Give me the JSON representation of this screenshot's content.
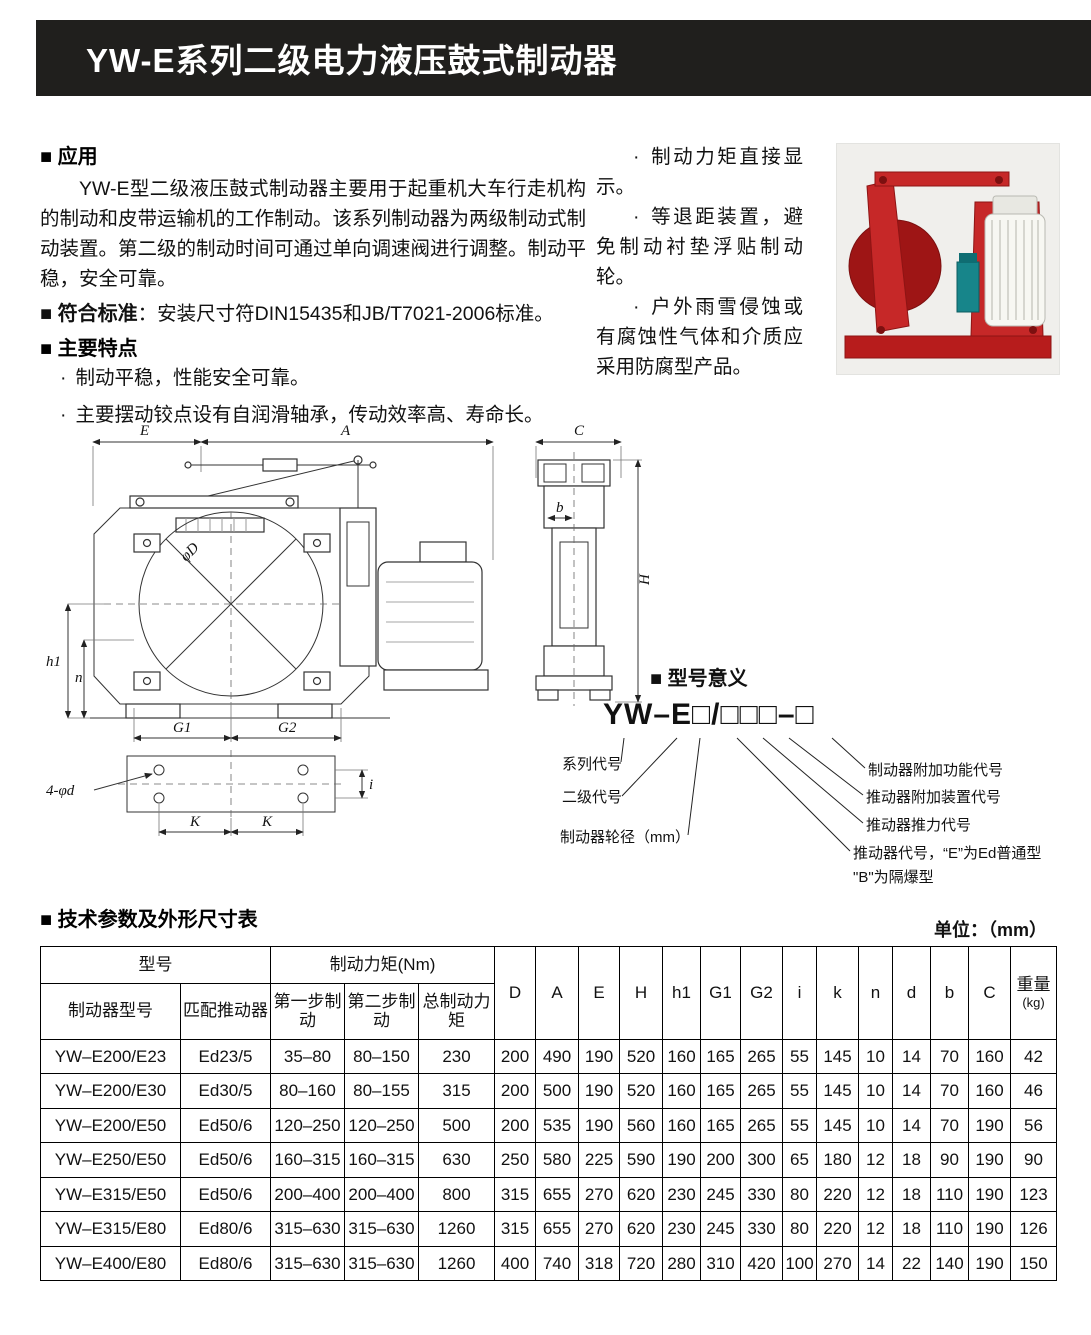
{
  "colors": {
    "header_bar": "#201f1d",
    "brake_red": "#c62828",
    "brake_dark_red": "#9e1515",
    "thruster_teal": "#17858a"
  },
  "ui": {
    "bullet": "·"
  },
  "header": {
    "title": "YW-E系列二级电力液压鼓式制动器"
  },
  "application": {
    "heading": "■ 应用",
    "body": "YW-E型二级液压鼓式制动器主要用于起重机大车行走机构的制动和皮带运输机的工作制动。该系列制动器为两级制动式制动装置。第二级的制动时间可通过单向调速阀进行调整。制动平稳，安全可靠。"
  },
  "standard": {
    "heading": "■ 符合标准",
    "body": "：安装尺寸符DIN15435和JB/T7021-2006标准。"
  },
  "features": {
    "heading": "■ 主要特点",
    "items": [
      "制动平稳，性能安全可靠。",
      "主要摆动铰点设有自润滑轴承，传动效率高、寿命长。"
    ]
  },
  "highlights": [
    "制动力矩直接显示。",
    "等退距装置，避免制动衬垫浮贴制动轮。",
    "户外雨雪侵蚀或有腐蚀性气体和介质应采用防腐型产品。"
  ],
  "model_meaning": {
    "heading": "■ 型号意义",
    "code": "YW–E□/□□□–□",
    "left_labels": [
      "系列代号",
      "二级代号",
      "制动器轮径（mm）"
    ],
    "right_labels": [
      "制动器附加功能代号",
      "推动器附加装置代号",
      "推动器推力代号",
      "推动器代号，“E”为Ed普通型",
      "\"B\"为隔爆型"
    ]
  },
  "drawing_labels": {
    "E": "E",
    "A": "A",
    "C": "C",
    "H": "H",
    "h1": "h1",
    "n": "n",
    "phiD": "φD",
    "b": "b",
    "G1": "G1",
    "G2": "G2",
    "holes": "4-φd",
    "K1": "K",
    "K2": "K",
    "i": "i"
  },
  "spec_section": {
    "heading": "■ 技术参数及外形尺寸表",
    "unit_note": "单位：（mm）"
  },
  "table": {
    "group_headers": {
      "model": "型号",
      "torque": "制动力矩(Nm)"
    },
    "sub_headers": [
      "制动器型号",
      "匹配推动器",
      "第一步制动",
      "第二步制动",
      "总制动力矩"
    ],
    "dim_headers": [
      "D",
      "A",
      "E",
      "H",
      "h1",
      "G1",
      "G2",
      "i",
      "k",
      "n",
      "d",
      "b",
      "C"
    ],
    "weight_header": {
      "line1": "重量",
      "line2": "(kg)"
    },
    "rows": [
      [
        "YW–E200/E23",
        "Ed23/5",
        "35–80",
        "80–150",
        "230",
        "200",
        "490",
        "190",
        "520",
        "160",
        "165",
        "265",
        "55",
        "145",
        "10",
        "14",
        "70",
        "160",
        "42"
      ],
      [
        "YW–E200/E30",
        "Ed30/5",
        "80–160",
        "80–155",
        "315",
        "200",
        "500",
        "190",
        "520",
        "160",
        "165",
        "265",
        "55",
        "145",
        "10",
        "14",
        "70",
        "160",
        "46"
      ],
      [
        "YW–E200/E50",
        "Ed50/6",
        "120–250",
        "120–250",
        "500",
        "200",
        "535",
        "190",
        "560",
        "160",
        "165",
        "265",
        "55",
        "145",
        "10",
        "14",
        "70",
        "190",
        "56"
      ],
      [
        "YW–E250/E50",
        "Ed50/6",
        "160–315",
        "160–315",
        "630",
        "250",
        "580",
        "225",
        "590",
        "190",
        "200",
        "300",
        "65",
        "180",
        "12",
        "18",
        "90",
        "190",
        "90"
      ],
      [
        "YW–E315/E50",
        "Ed50/6",
        "200–400",
        "200–400",
        "800",
        "315",
        "655",
        "270",
        "620",
        "230",
        "245",
        "330",
        "80",
        "220",
        "12",
        "18",
        "110",
        "190",
        "123"
      ],
      [
        "YW–E315/E80",
        "Ed80/6",
        "315–630",
        "315–630",
        "1260",
        "315",
        "655",
        "270",
        "620",
        "230",
        "245",
        "330",
        "80",
        "220",
        "12",
        "18",
        "110",
        "190",
        "126"
      ],
      [
        "YW–E400/E80",
        "Ed80/6",
        "315–630",
        "315–630",
        "1260",
        "400",
        "740",
        "318",
        "720",
        "280",
        "310",
        "420",
        "100",
        "270",
        "14",
        "22",
        "140",
        "190",
        "150"
      ]
    ]
  }
}
